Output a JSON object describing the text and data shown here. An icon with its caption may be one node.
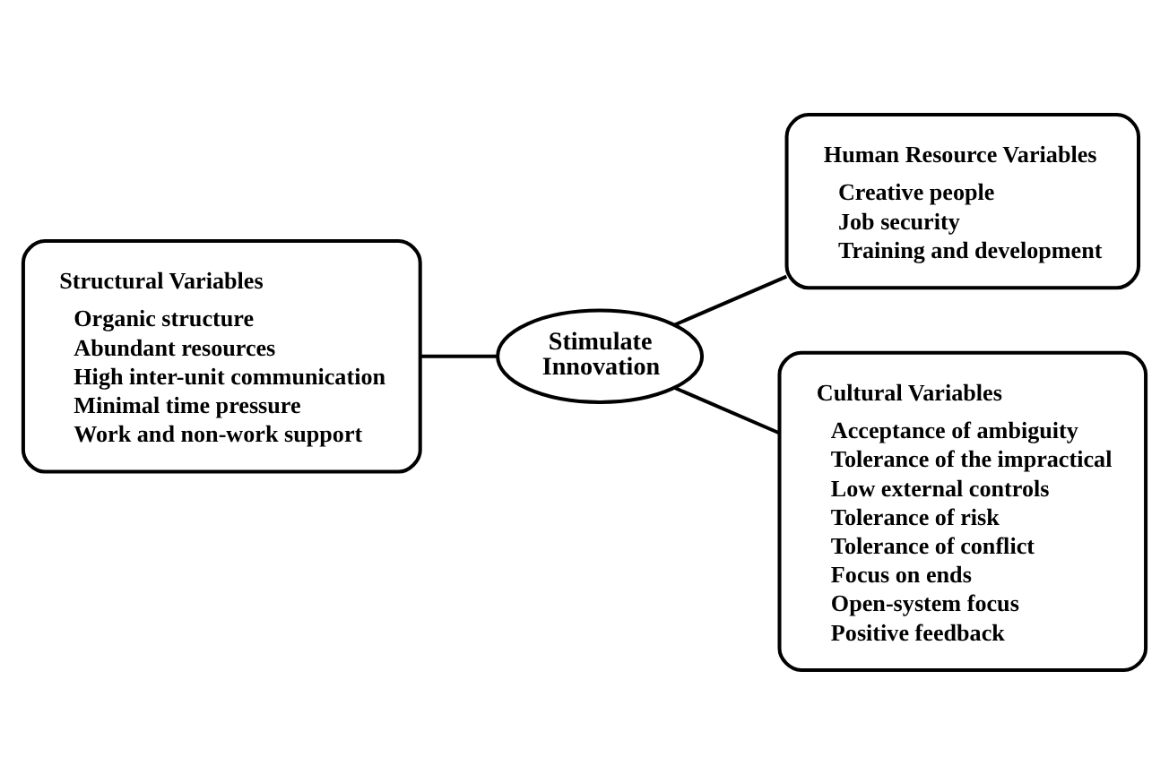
{
  "diagram": {
    "nodes": [
      {
        "text": [
          "Human Resource Variables",
          "Creative people",
          "Job security",
          "Training and development"
        ]
      },
      {
        "text": [
          "Structural Variables",
          "Organic structure",
          "Abundant resources",
          "High inter-unit communication",
          "Minimal time pressure",
          "Work and non-work support"
        ]
      },
      {
        "text": [
          "Stimulate Innovation"
        ]
      },
      {
        "text": [
          "Cultural Variables",
          "Acceptance of ambiguity",
          "Tolerance of the impractical",
          "Low external controls",
          "Tolerance of risk",
          "Tolerance of conflict",
          "Focus on ends",
          "Open-system focus",
          "Positive feedback"
        ]
      }
    ],
    "edges": [
      {
        "from": 1,
        "to": 2,
        "arrow": "none"
      },
      {
        "from": 2,
        "to": 0,
        "arrow": "none"
      },
      {
        "from": 2,
        "to": 3,
        "arrow": "none"
      }
    ]
  }
}
